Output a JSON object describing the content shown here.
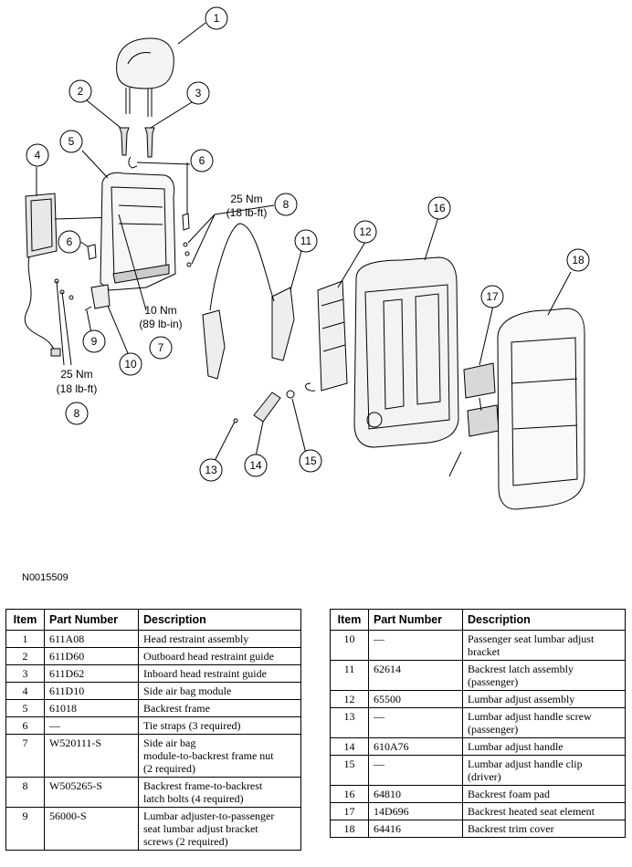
{
  "figure_id": "N0015509",
  "callouts": [
    "1",
    "2",
    "3",
    "4",
    "5",
    "6",
    "6",
    "7",
    "8",
    "8",
    "9",
    "10",
    "11",
    "12",
    "13",
    "14",
    "15",
    "16",
    "17",
    "18"
  ],
  "torque_labels": {
    "top_right": [
      "25 Nm",
      "(18 lb-ft)"
    ],
    "middle": [
      "10 Nm",
      "(89 lb-in)"
    ],
    "bottom_left": [
      "25 Nm",
      "(18 lb-ft)"
    ]
  },
  "table": {
    "headers": [
      "Item",
      "Part Number",
      "Description"
    ],
    "left_rows": [
      {
        "item": "1",
        "part": "611A08",
        "desc": [
          "Head restraint assembly"
        ]
      },
      {
        "item": "2",
        "part": "611D60",
        "desc": [
          "Outboard head restraint guide"
        ]
      },
      {
        "item": "3",
        "part": "611D62",
        "desc": [
          "Inboard head restraint guide"
        ]
      },
      {
        "item": "4",
        "part": "611D10",
        "desc": [
          "Side air bag module"
        ]
      },
      {
        "item": "5",
        "part": "61018",
        "desc": [
          "Backrest frame"
        ]
      },
      {
        "item": "6",
        "part": "—",
        "desc": [
          "Tie straps (3 required)"
        ]
      },
      {
        "item": "7",
        "part": "W520111-S",
        "desc": [
          "Side air bag",
          "module-to-backrest frame nut",
          "(2 required)"
        ]
      },
      {
        "item": "8",
        "part": "W505265-S",
        "desc": [
          "Backrest frame-to-backrest",
          "latch bolts (4 required)"
        ]
      },
      {
        "item": "9",
        "part": "56000-S",
        "desc": [
          "Lumbar adjuster-to-passenger",
          "seat lumbar adjust bracket",
          "screws (2 required)"
        ]
      }
    ],
    "right_rows": [
      {
        "item": "10",
        "part": "—",
        "desc": [
          "Passenger seat lumbar adjust",
          "bracket"
        ]
      },
      {
        "item": "11",
        "part": "62614",
        "desc": [
          "Backrest latch assembly",
          "(passenger)"
        ]
      },
      {
        "item": "12",
        "part": "65500",
        "desc": [
          "Lumbar adjust assembly"
        ]
      },
      {
        "item": "13",
        "part": "—",
        "desc": [
          "Lumbar adjust handle screw",
          "(passenger)"
        ]
      },
      {
        "item": "14",
        "part": "610A76",
        "desc": [
          "Lumbar adjust handle"
        ]
      },
      {
        "item": "15",
        "part": "—",
        "desc": [
          "Lumbar adjust handle clip",
          "(driver)"
        ]
      },
      {
        "item": "16",
        "part": "64810",
        "desc": [
          "Backrest foam pad"
        ]
      },
      {
        "item": "17",
        "part": "14D696",
        "desc": [
          "Backrest heated seat element"
        ]
      },
      {
        "item": "18",
        "part": "64416",
        "desc": [
          "Backrest trim cover"
        ]
      }
    ]
  }
}
